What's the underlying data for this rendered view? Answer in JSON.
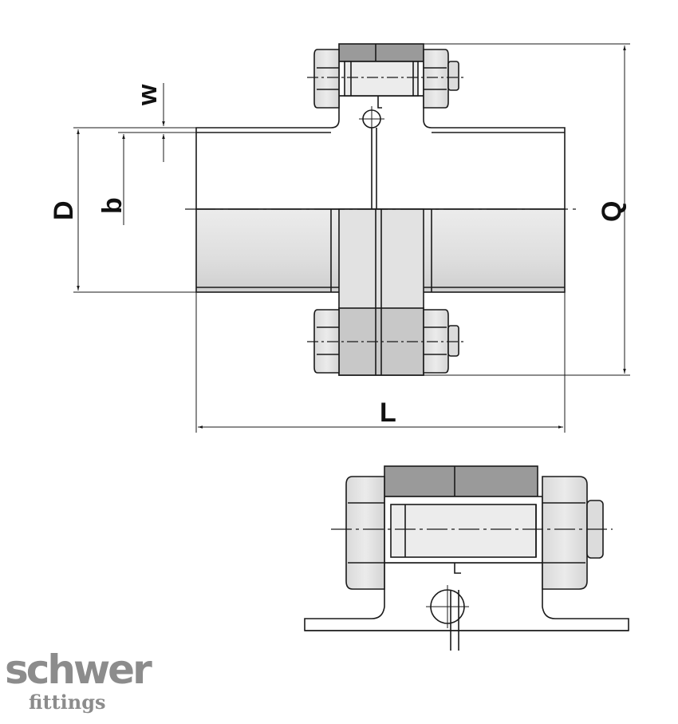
{
  "dimensions": {
    "w": "w",
    "b": "b",
    "D": "D",
    "Q": "Q",
    "L": "L"
  },
  "logo": {
    "line1": "schwer",
    "line2": "fittings"
  },
  "colors": {
    "pipe_fill": "#e6e6e6",
    "pipe_shade": "#d2d2d2",
    "nut_fill": "#e0e0e0",
    "dark_band": "#9a9a9a",
    "line": "#1a1a1a",
    "logo_gray": "#8c8c8c"
  }
}
